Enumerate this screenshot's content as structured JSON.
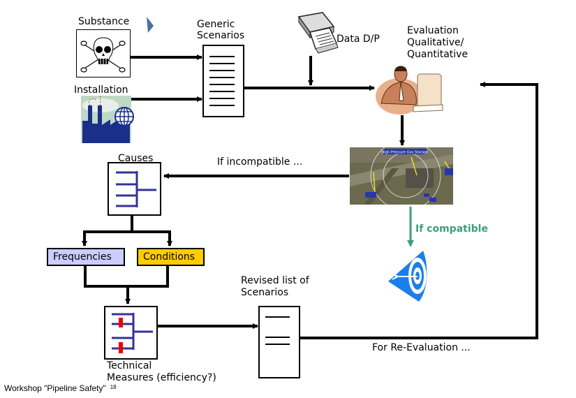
{
  "diagram": {
    "nodes": {
      "substance": {
        "label": "Substance",
        "icon": "skull-crossbones-icon"
      },
      "installation": {
        "label": "Installation",
        "icon": "factory-globe-icon"
      },
      "generic_scenarios": {
        "label_line1": "Generic",
        "label_line2": "Scenarios",
        "icon": "document-list-icon"
      },
      "data_dp": {
        "label": "Data D/P",
        "icon": "file-tray-icon"
      },
      "evaluation": {
        "label_line1": "Evaluation",
        "label_line2": "Qualitative/",
        "label_line3": "Quantitative",
        "icon": "person-at-computer-icon"
      },
      "site_map": {
        "icon": "aerial-map-icon",
        "title_text": "High Pressure Gas Storage"
      },
      "causes": {
        "label": "Causes",
        "icon": "fault-tree-icon"
      },
      "frequencies": {
        "label": "Frequencies",
        "color": "#ccccff"
      },
      "conditions": {
        "label": "Conditions",
        "color": "#ffcc00"
      },
      "technical_measures": {
        "label_line1": "Technical",
        "label_line2": "Measures (efficiency?)",
        "icon": "fault-tree-barriers-icon"
      },
      "revised_scenarios": {
        "label_line1": "Revised list of",
        "label_line2": "Scenarios",
        "icon": "document-list-icon"
      },
      "target": {
        "icon": "target-arrow-icon",
        "color": "#1a7fea"
      }
    },
    "edges": {
      "incompatible": {
        "label": "If incompatible ..."
      },
      "compatible": {
        "label": "If compatible",
        "color": "#3c9f7a"
      },
      "re_evaluation": {
        "label": "For Re-Evaluation ..."
      }
    }
  },
  "footer": {
    "title": "Workshop \"Pipeline Safety\"",
    "page_number": "18"
  }
}
